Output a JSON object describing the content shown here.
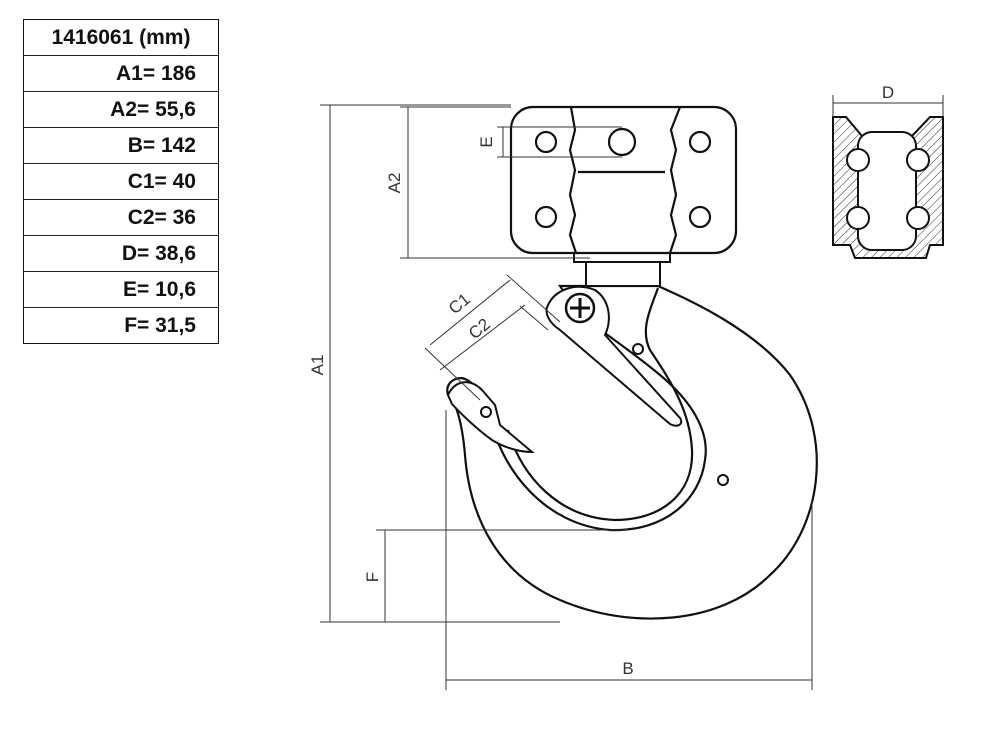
{
  "table": {
    "header": "1416061  (mm)",
    "rows": [
      "A1= 186",
      "A2= 55,6",
      "B= 142",
      "C1= 40",
      "C2= 36",
      "D= 38,6",
      "E= 10,6",
      "F= 31,5"
    ]
  },
  "labels": {
    "A1": "A1",
    "A2": "A2",
    "B": "B",
    "C1": "C1",
    "C2": "C2",
    "D": "D",
    "E": "E",
    "F": "F"
  },
  "colors": {
    "line": "#111111",
    "dimension": "#333333"
  }
}
